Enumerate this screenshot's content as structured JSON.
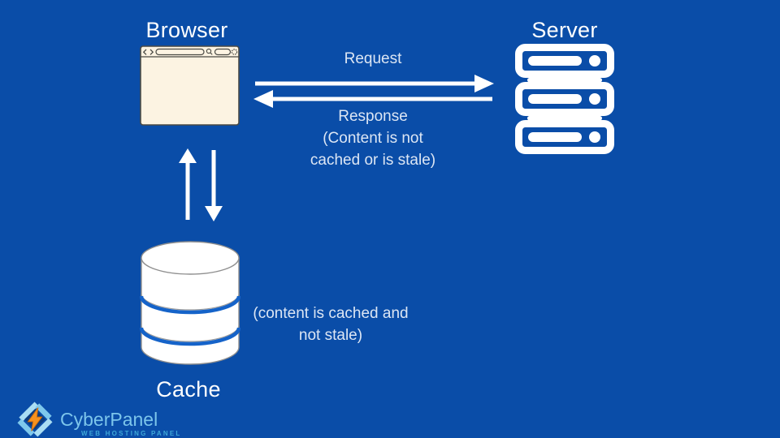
{
  "colors": {
    "background": "#0A4DA8",
    "diagram_white": "#FFFFFF",
    "label_text": "#DCE6F4",
    "browser_window_fill": "#FCF3E2",
    "browser_window_stroke": "#4A4A44",
    "cache_divider_blue": "#1563C9",
    "cache_outline_gray": "#8F8F8F",
    "logo_name_text": "#7CC5EB",
    "logo_tagline_text": "#3FA8D8",
    "logo_diamond_light": "#A9DDF3",
    "logo_diamond_mid": "#7EC8EC",
    "logo_bolt_orange": "#F6921E"
  },
  "nodes": {
    "browser": {
      "label": "Browser"
    },
    "server": {
      "label": "Server"
    },
    "cache": {
      "label": "Cache"
    }
  },
  "flows": {
    "request": {
      "label": "Request"
    },
    "response": {
      "lines": [
        "Response",
        "(Content is not",
        "cached or is stale)"
      ]
    },
    "cache_hit": {
      "lines": [
        "(content is cached and",
        "not stale)"
      ]
    }
  },
  "branding": {
    "name": "CyberPanel",
    "tagline": "WEB HOSTING PANEL"
  }
}
